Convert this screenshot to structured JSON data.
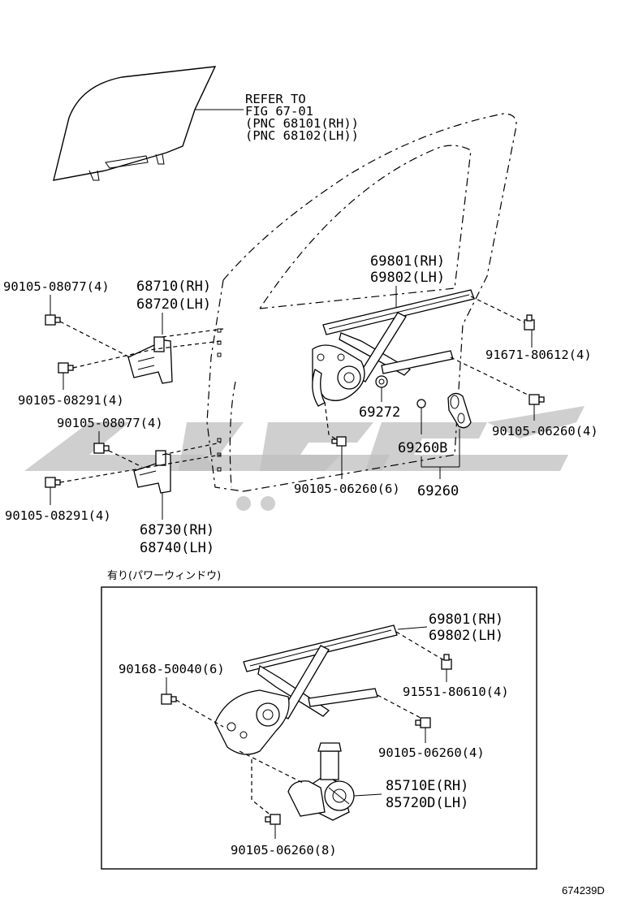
{
  "window_glass_ref": [
    "REFER TO",
    "FIG 67-01",
    "(PNC 68101(RH))",
    "(PNC 68102(LH))"
  ],
  "upper": {
    "regulator": [
      "69801(RH)",
      "69802(LH)"
    ],
    "bolt_91671": "91671-80612(4)",
    "bolt_06260_right": "90105-06260(4)",
    "hinge_upper": [
      "68710(RH)",
      "68720(LH)"
    ],
    "bolt_08077_upper": "90105-08077(4)",
    "bolt_08291_upper": "90105-08291(4)",
    "bolt_08077_lower": "90105-08077(4)",
    "bolt_08291_lower": "90105-08291(4)",
    "hinge_lower": [
      "68730(RH)",
      "68740(LH)"
    ],
    "clip_69272": "69272",
    "handle_69260B": "69260B",
    "handle_69260": "69260",
    "bolt_06260_lower": "90105-06260(6)"
  },
  "power_window_box": {
    "caption": "有り(パワーウィンドウ)",
    "regulator": [
      "69801(RH)",
      "69802(LH)"
    ],
    "bolt_50040": "90168-50040(6)",
    "bolt_91551": "91551-80610(4)",
    "bolt_06260_right": "90105-06260(4)",
    "motor": [
      "85710E(RH)",
      "85720D(LH)"
    ],
    "bolt_06260_lower": "90105-06260(8)"
  },
  "diagram_code": "674239D"
}
